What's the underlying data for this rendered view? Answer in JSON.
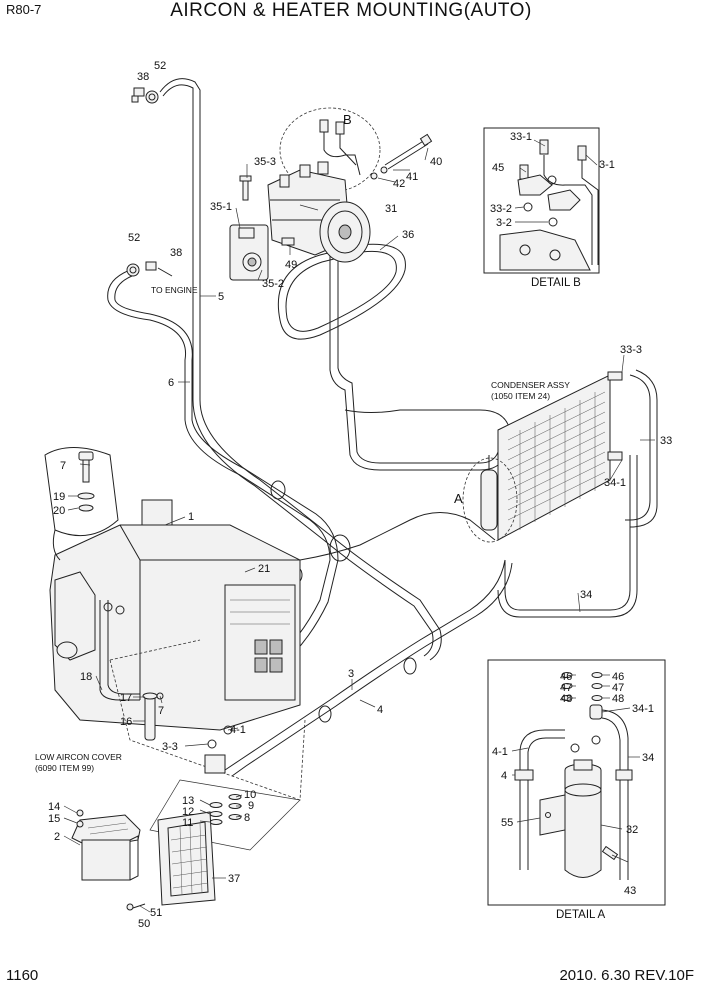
{
  "header": {
    "model": "R80-7",
    "title": "AIRCON & HEATER MOUNTING(AUTO)"
  },
  "footer": {
    "page_number": "1160",
    "revision": "2010. 6.30  REV.10F"
  },
  "notes": {
    "to_engine": "TO ENGINE",
    "condenser_line1": "CONDENSER ASSY",
    "condenser_line2": "(1050 ITEM 24)",
    "low_cover_line1": "LOW AIRCON COVER",
    "low_cover_line2": "(6090 ITEM 99)"
  },
  "details": {
    "detail_b_caption": "DETAIL B",
    "detail_a_caption": "DETAIL A",
    "marker_a": "A",
    "marker_b": "B"
  },
  "callouts": {
    "c38_top": "38",
    "c52_top": "52",
    "c35_3": "35-3",
    "c35_1": "35-1",
    "c35_2": "35-2",
    "c40": "40",
    "c41": "41",
    "c42": "42",
    "c31": "31",
    "c36": "36",
    "c49": "49",
    "c52_mid": "52",
    "c38_mid": "38",
    "c5": "5",
    "c6": "6",
    "b33_1": "33-1",
    "b45": "45",
    "b3_1": "3-1",
    "b33_2": "33-2",
    "b3_2": "3-2",
    "c33_3": "33-3",
    "c33": "33",
    "c34_1": "34-1",
    "c34": "34",
    "c7_top": "7",
    "c19": "19",
    "c20": "20",
    "c1": "1",
    "c21": "21",
    "c18": "18",
    "c17": "17",
    "c16": "16",
    "c7_mid": "7",
    "c3": "3",
    "c4": "4",
    "c4_1": "4-1",
    "c3_3": "3-3",
    "c10": "10",
    "c9": "9",
    "c13": "13",
    "c12": "12",
    "c11": "11",
    "c8": "8",
    "c14": "14",
    "c15": "15",
    "c2": "2",
    "c37": "37",
    "c51": "51",
    "c50": "50",
    "a46_l": "46",
    "a47_l": "47",
    "a48_l": "48",
    "a46_r": "46",
    "a47_r": "47",
    "a48_r": "48",
    "a34_1": "34-1",
    "a4_1": "4-1",
    "a4": "4",
    "a34": "34",
    "a55": "55",
    "a32": "32",
    "a43": "43"
  }
}
